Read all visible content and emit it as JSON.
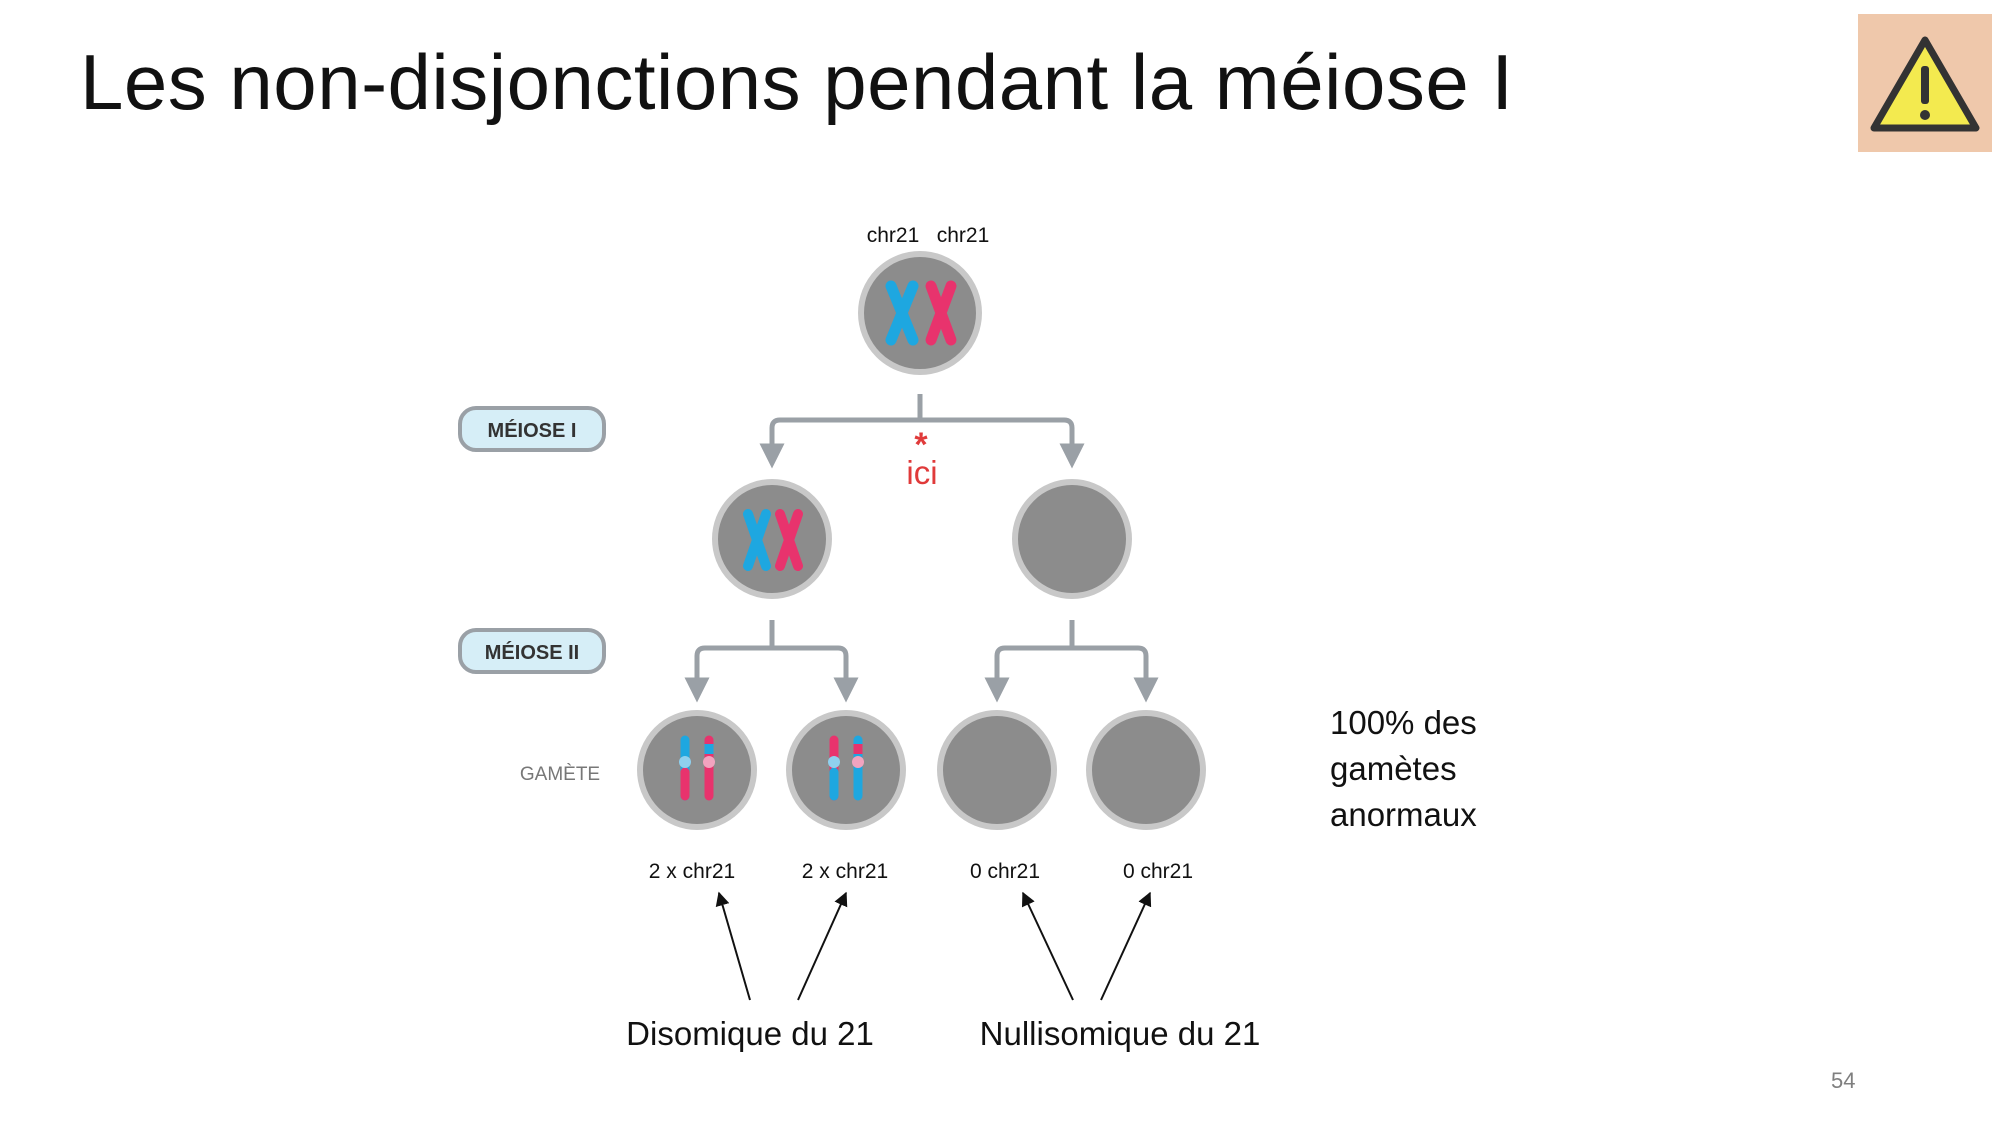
{
  "slide": {
    "title": "Les non-disjonctions pendant la méiose I",
    "page_number": "54",
    "warning_icon": "warning-triangle-icon"
  },
  "colors": {
    "warning_bg": "#efc8ab",
    "warning_fill": "#f3ea4f",
    "blue_chromosome": "#1ea7e0",
    "pink_chromosome": "#e8336d",
    "cell_grey": "#8c8c8c",
    "stage_label_bg": "#d6eef7",
    "ici_red": "#e03a3a"
  },
  "diagram": {
    "parent_labels": [
      "chr21",
      "chr21"
    ],
    "stage_meiose1": "MÉIOSE I",
    "stage_meiose2": "MÉIOSE II",
    "gamete_label": "GAMÈTE",
    "ici_marker": "*",
    "ici_label": "ici",
    "gamete_counts": [
      "2 x chr21",
      "2 x chr21",
      "0 chr21",
      "0 chr21"
    ],
    "disomic_label": "Disomique du 21",
    "nullisomic_label": "Nullisomique du 21"
  },
  "side_note": {
    "lines": [
      "100% des",
      "gamètes",
      "anormaux"
    ]
  }
}
